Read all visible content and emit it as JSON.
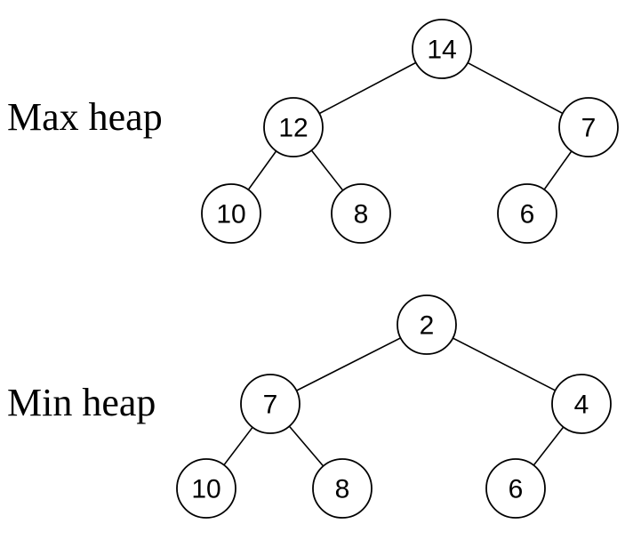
{
  "max_heap": {
    "label": "Max heap",
    "nodes": [
      "14",
      "12",
      "7",
      "10",
      "8",
      "6"
    ],
    "edges": [
      [
        0,
        1
      ],
      [
        0,
        2
      ],
      [
        1,
        3
      ],
      [
        1,
        4
      ],
      [
        2,
        5
      ]
    ]
  },
  "min_heap": {
    "label": "Min heap",
    "nodes": [
      "2",
      "7",
      "4",
      "10",
      "8",
      "6"
    ],
    "edges": [
      [
        0,
        1
      ],
      [
        0,
        2
      ],
      [
        1,
        3
      ],
      [
        1,
        4
      ],
      [
        2,
        5
      ]
    ]
  },
  "colors": {
    "stroke": "#000000",
    "node_fill": "#ffffff",
    "text": "#000000"
  }
}
